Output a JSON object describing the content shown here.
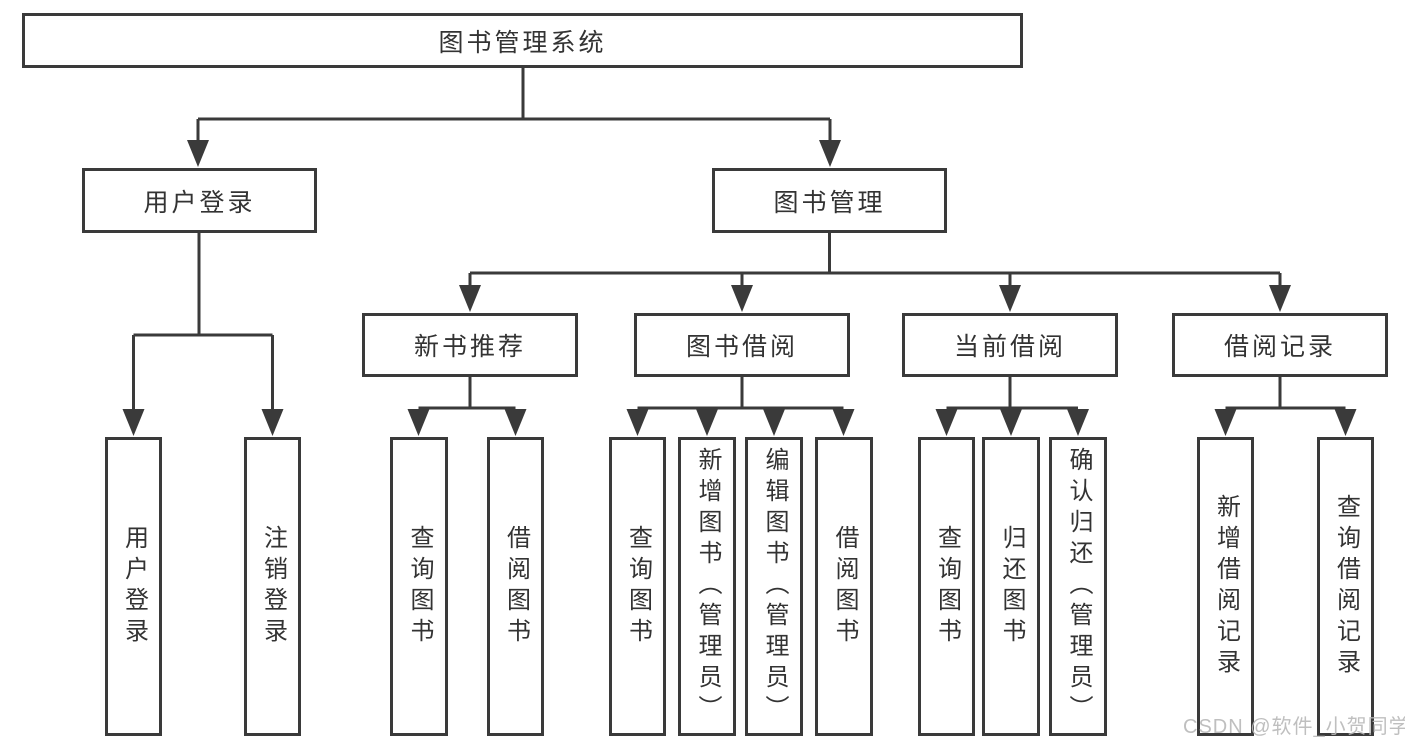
{
  "diagram": {
    "title": "图书管理系统",
    "watermark": "CSDN @软件_小贺同学",
    "colors": {
      "line": "#3a3a3a",
      "text": "#333333",
      "background": "#ffffff",
      "watermark": "#b9b9b9"
    },
    "tree": {
      "label": "图书管理系统",
      "children": [
        {
          "label": "用户登录",
          "children": [
            {
              "label": "用户登录"
            },
            {
              "label": "注销登录"
            }
          ]
        },
        {
          "label": "图书管理",
          "children": [
            {
              "label": "新书推荐",
              "children": [
                {
                  "label": "查询图书"
                },
                {
                  "label": "借阅图书"
                }
              ]
            },
            {
              "label": "图书借阅",
              "children": [
                {
                  "label": "查询图书"
                },
                {
                  "label": "新增图书（管理员）"
                },
                {
                  "label": "编辑图书（管理员）"
                },
                {
                  "label": "借阅图书"
                }
              ]
            },
            {
              "label": "当前借阅",
              "children": [
                {
                  "label": "查询图书"
                },
                {
                  "label": "归还图书"
                },
                {
                  "label": "确认归还（管理员）"
                }
              ]
            },
            {
              "label": "借阅记录",
              "children": [
                {
                  "label": "新增借阅记录"
                },
                {
                  "label": "查询借阅记录"
                }
              ]
            }
          ]
        }
      ]
    }
  }
}
